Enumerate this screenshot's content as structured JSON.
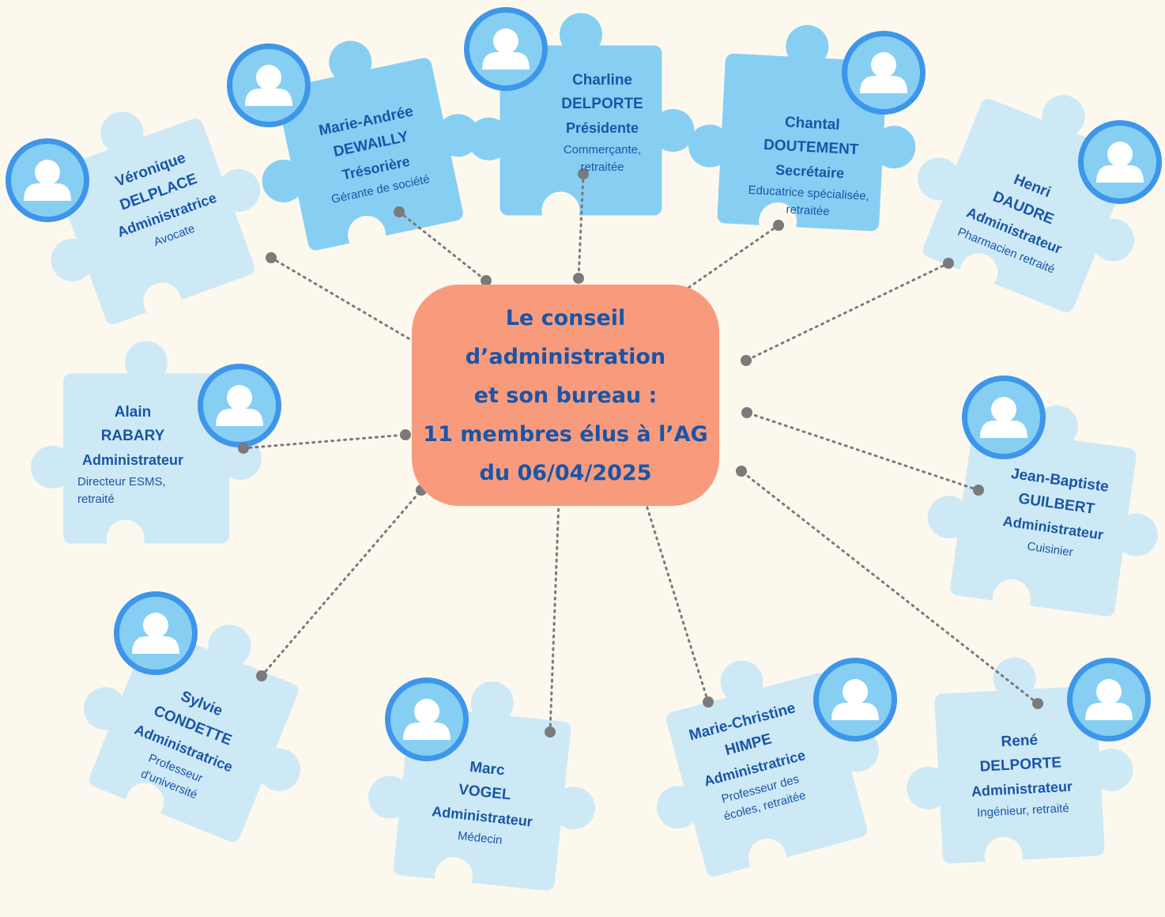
{
  "center": {
    "lines": [
      "Le conseil",
      "d’administration",
      "et son bureau :",
      "11 membres élus à l’AG",
      "du 06/04/2025"
    ]
  },
  "colors": {
    "background": "#fdf8ee",
    "center_box": "#f89b7d",
    "title_text": "#1a55a7",
    "puzzle_bureau": "#86cff3",
    "puzzle_member": "#cde9f5",
    "avatar_ring": "#3d96ea",
    "avatar_fill": "#86cff3",
    "connector": "#7a7a7a"
  },
  "members": [
    {
      "id": "veronique-delplace",
      "first": "Véronique",
      "last": "DELPLACE",
      "role": "Administratrice",
      "job": "Avocate",
      "bureau": false
    },
    {
      "id": "marie-andree-dewailly",
      "first": "Marie-Andrée",
      "last": "DEWAILLY",
      "role": "Trésorière",
      "job": "Gérante de société",
      "bureau": true
    },
    {
      "id": "charline-delporte",
      "first": "Charline",
      "last": "DELPORTE",
      "role": "Présidente",
      "job": "Commerçante, retraitée",
      "bureau": true
    },
    {
      "id": "chantal-doutement",
      "first": "Chantal",
      "last": "DOUTEMENT",
      "role": "Secrétaire",
      "job": "Educatrice spécialisée, retraitée",
      "bureau": true
    },
    {
      "id": "henri-daudre",
      "first": "Henri",
      "last": "DAUDRE",
      "role": "Administrateur",
      "job": "Pharmacien retraité",
      "bureau": false
    },
    {
      "id": "alain-rabary",
      "first": "Alain",
      "last": "RABARY",
      "role": "Administrateur",
      "job": "Directeur ESMS, retraité",
      "bureau": false
    },
    {
      "id": "jean-baptiste-guilbert",
      "first": "Jean-Baptiste",
      "last": "GUILBERT",
      "role": "Administrateur",
      "job": "Cuisinier",
      "bureau": false
    },
    {
      "id": "sylvie-condette",
      "first": "Sylvie",
      "last": "CONDETTE",
      "role": "Administratrice",
      "job": "Professeur d'université",
      "bureau": false
    },
    {
      "id": "marc-vogel",
      "first": "Marc",
      "last": "VOGEL",
      "role": "Administrateur",
      "job": "Médecin",
      "bureau": false
    },
    {
      "id": "marie-christine-himpe",
      "first": "Marie-Christine",
      "last": "HIMPE",
      "role": "Administratrice",
      "job": "Professeur des écoles, retraitée",
      "bureau": false
    },
    {
      "id": "rene-delporte",
      "first": "René",
      "last": "DELPORTE",
      "role": "Administrateur",
      "job": "Ingénieur, retraité",
      "bureau": false
    }
  ]
}
